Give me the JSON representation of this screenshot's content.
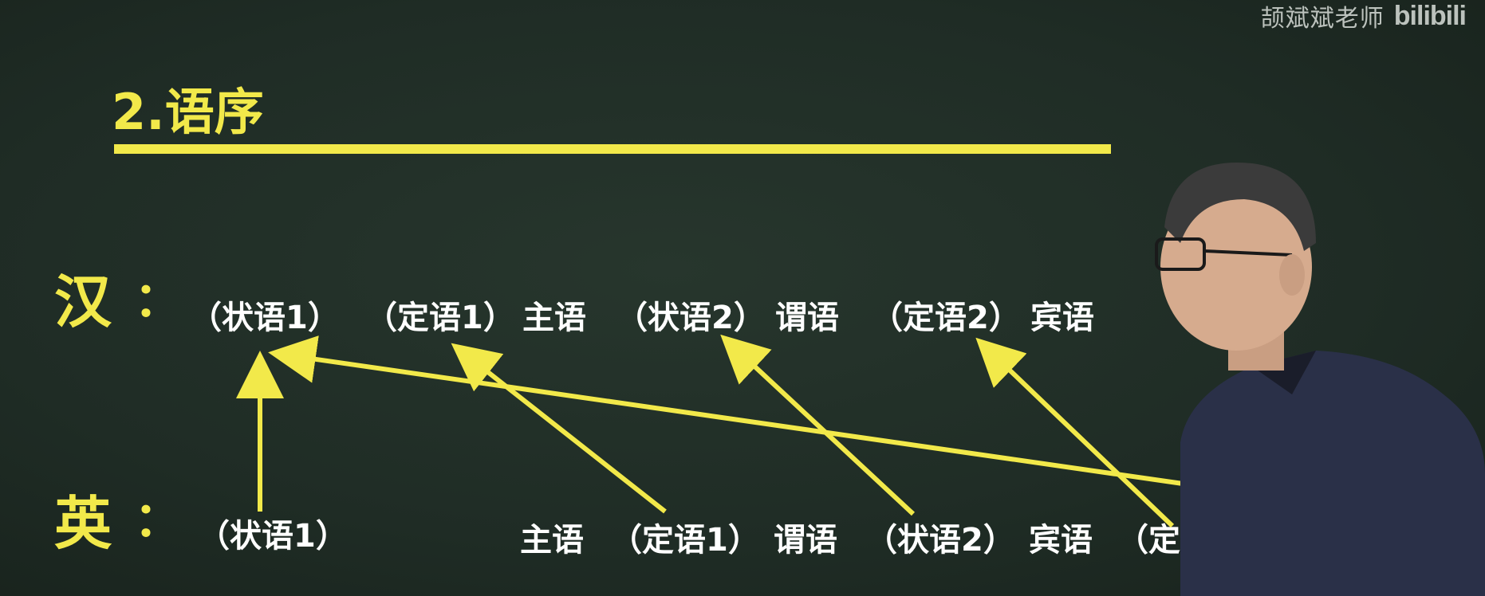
{
  "watermark": {
    "teacher": "颉斌斌老师",
    "logo": "bilibili"
  },
  "title": "2.语序",
  "rows": {
    "chinese": {
      "label": "汉",
      "colon": "：",
      "tokens": [
        "（状语1）",
        "（定语1）",
        "主语",
        "（状语2）",
        "谓语",
        "（定语2）",
        "宾语"
      ]
    },
    "english": {
      "label": "英",
      "colon": "：",
      "tokens": [
        "（状语1）",
        "主语",
        "（定语1）",
        "谓语",
        "（状语2）",
        "宾语",
        "（定"
      ]
    }
  },
  "colors": {
    "accent": "#f2e94a",
    "board": "#1f2c25",
    "text": "#ffffff"
  }
}
